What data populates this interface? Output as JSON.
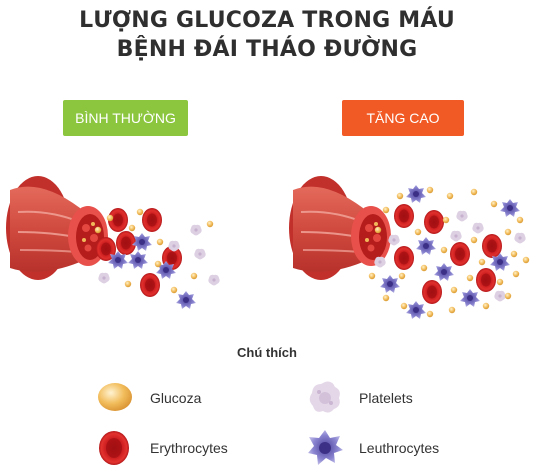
{
  "title": {
    "line1": "LƯỢNG GLUCOZA TRONG MÁU",
    "line2": "BỆNH ĐÁI THÁO ĐƯỜNG"
  },
  "panels": {
    "normal": {
      "label": "BÌNH THƯỜNG",
      "color": "#8cc63f"
    },
    "high": {
      "label": "TĂNG CAO",
      "color": "#f15a24"
    }
  },
  "legend": {
    "title": "Chú thích",
    "items": [
      {
        "label": "Glucoza",
        "icon": "glucose-icon",
        "color": "#f0b85a"
      },
      {
        "label": "Platelets",
        "icon": "platelet-icon",
        "color": "#d9c6de"
      },
      {
        "label": "Erythrocytes",
        "icon": "erythrocyte-icon",
        "color": "#d9272a"
      },
      {
        "label": "Leuthrocytes",
        "icon": "leukocyte-icon",
        "color": "#7b74c4"
      }
    ]
  }
}
